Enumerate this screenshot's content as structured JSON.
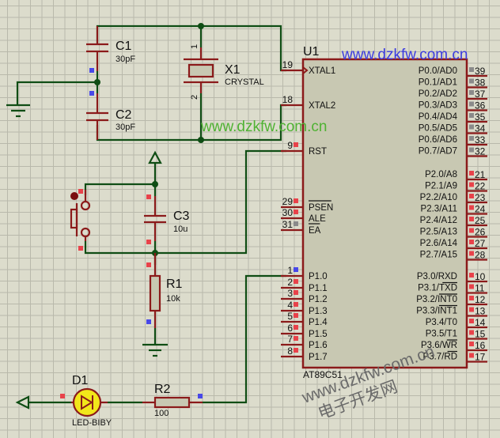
{
  "schematic": {
    "title": "AT89C51 minimal system with LED",
    "colors": {
      "background": "#dcdccc",
      "grid": "#b9b9ab",
      "wire": "#0f4d14",
      "component": "#8b1a1a",
      "chip_fill": "#c8c8b2",
      "led_fill": "#f2e61a"
    },
    "components": {
      "c1": {
        "ref": "C1",
        "value": "30pF"
      },
      "c2": {
        "ref": "C2",
        "value": "30pF"
      },
      "x1": {
        "ref": "X1",
        "value": "CRYSTAL",
        "pin1": "1",
        "pin2": "2"
      },
      "c3": {
        "ref": "C3",
        "value": "10u"
      },
      "r1": {
        "ref": "R1",
        "value": "10k"
      },
      "r2": {
        "ref": "R2",
        "value": "100"
      },
      "d1": {
        "ref": "D1",
        "value": "LED-BIBY"
      },
      "u1": {
        "ref": "U1",
        "part": "AT89C51",
        "left_pins": [
          {
            "num": "19",
            "name": "XTAL1",
            "marker": "none"
          },
          {
            "num": "18",
            "name": "XTAL2",
            "marker": "none"
          },
          {
            "num": "9",
            "name": "RST",
            "marker": "red"
          },
          {
            "num": "29",
            "name": "PSEN",
            "marker": "red",
            "overline": true
          },
          {
            "num": "30",
            "name": "ALE",
            "marker": "red"
          },
          {
            "num": "31",
            "name": "EA",
            "marker": "gray",
            "overline": true
          },
          {
            "num": "1",
            "name": "P1.0",
            "marker": "blue"
          },
          {
            "num": "2",
            "name": "P1.1",
            "marker": "red"
          },
          {
            "num": "3",
            "name": "P1.2",
            "marker": "red"
          },
          {
            "num": "4",
            "name": "P1.3",
            "marker": "red"
          },
          {
            "num": "5",
            "name": "P1.4",
            "marker": "red"
          },
          {
            "num": "6",
            "name": "P1.5",
            "marker": "red"
          },
          {
            "num": "7",
            "name": "P1.6",
            "marker": "red"
          },
          {
            "num": "8",
            "name": "P1.7",
            "marker": "red"
          }
        ],
        "right_pins": [
          {
            "num": "39",
            "name": "P0.0/AD0",
            "marker": "gray"
          },
          {
            "num": "38",
            "name": "P0.1/AD1",
            "marker": "gray"
          },
          {
            "num": "37",
            "name": "P0.2/AD2",
            "marker": "gray"
          },
          {
            "num": "36",
            "name": "P0.3/AD3",
            "marker": "gray"
          },
          {
            "num": "35",
            "name": "P0.4/AD4",
            "marker": "gray"
          },
          {
            "num": "34",
            "name": "P0.5/AD5",
            "marker": "gray"
          },
          {
            "num": "33",
            "name": "P0.6/AD6",
            "marker": "gray"
          },
          {
            "num": "32",
            "name": "P0.7/AD7",
            "marker": "gray"
          },
          {
            "num": "21",
            "name": "P2.0/A8",
            "marker": "red"
          },
          {
            "num": "22",
            "name": "P2.1/A9",
            "marker": "red"
          },
          {
            "num": "23",
            "name": "P2.2/A10",
            "marker": "red"
          },
          {
            "num": "24",
            "name": "P2.3/A11",
            "marker": "red"
          },
          {
            "num": "25",
            "name": "P2.4/A12",
            "marker": "red"
          },
          {
            "num": "26",
            "name": "P2.5/A13",
            "marker": "red"
          },
          {
            "num": "27",
            "name": "P2.6/A14",
            "marker": "red"
          },
          {
            "num": "28",
            "name": "P2.7/A15",
            "marker": "red"
          },
          {
            "num": "10",
            "name": "P3.0/RXD",
            "marker": "red"
          },
          {
            "num": "11",
            "name": "P3.1/TXD",
            "marker": "red",
            "over_from": 5
          },
          {
            "num": "12",
            "name": "P3.2/INT0",
            "marker": "red",
            "over_from": 5
          },
          {
            "num": "13",
            "name": "P3.3/INT1",
            "marker": "red",
            "over_from": 5
          },
          {
            "num": "14",
            "name": "P3.4/T0",
            "marker": "red"
          },
          {
            "num": "15",
            "name": "P3.5/T1",
            "marker": "red"
          },
          {
            "num": "16",
            "name": "P3.6/WR",
            "marker": "red",
            "over_from": 5
          },
          {
            "num": "17",
            "name": "P3.7/RD",
            "marker": "red",
            "over_from": 5
          }
        ]
      }
    },
    "watermarks": {
      "top": "www.dzkfw.com.cn",
      "middle": "www.dzkfw.com.cn",
      "bottom_line1": "www.dzkfw.com.cn",
      "bottom_line2": "电子开发网"
    }
  }
}
